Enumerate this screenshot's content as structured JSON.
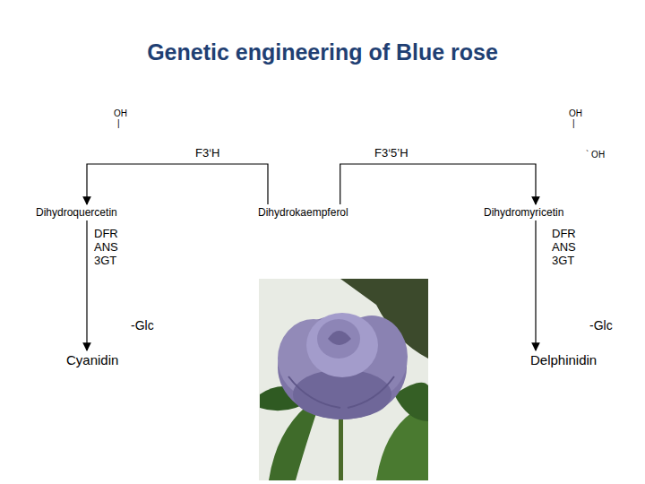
{
  "diagram": {
    "title": "Genetic engineering of Blue rose",
    "nodes": [
      {
        "text": [
          "Dihydroquercetin"
        ]
      },
      {
        "text": [
          "Dihydrokaempferol"
        ]
      },
      {
        "text": [
          "Dihydromyricetin"
        ]
      },
      {
        "text": [
          "Cyanidin"
        ]
      },
      {
        "text": [
          "Delphinidin"
        ]
      }
    ],
    "edges": [
      {
        "from": 1,
        "to": 0,
        "arrow": "to",
        "label": "F3‘H"
      },
      {
        "from": 1,
        "to": 2,
        "arrow": "to",
        "label": "F3‘5’H"
      },
      {
        "from": 0,
        "to": 3,
        "arrow": "to",
        "label": "DFR ANS 3GT"
      },
      {
        "from": 2,
        "to": 4,
        "arrow": "to",
        "label": "DFR ANS 3GT"
      }
    ],
    "labels": [
      "OH",
      "|",
      "OH",
      "|",
      "` OH",
      "-Glc",
      "-Glc"
    ]
  }
}
